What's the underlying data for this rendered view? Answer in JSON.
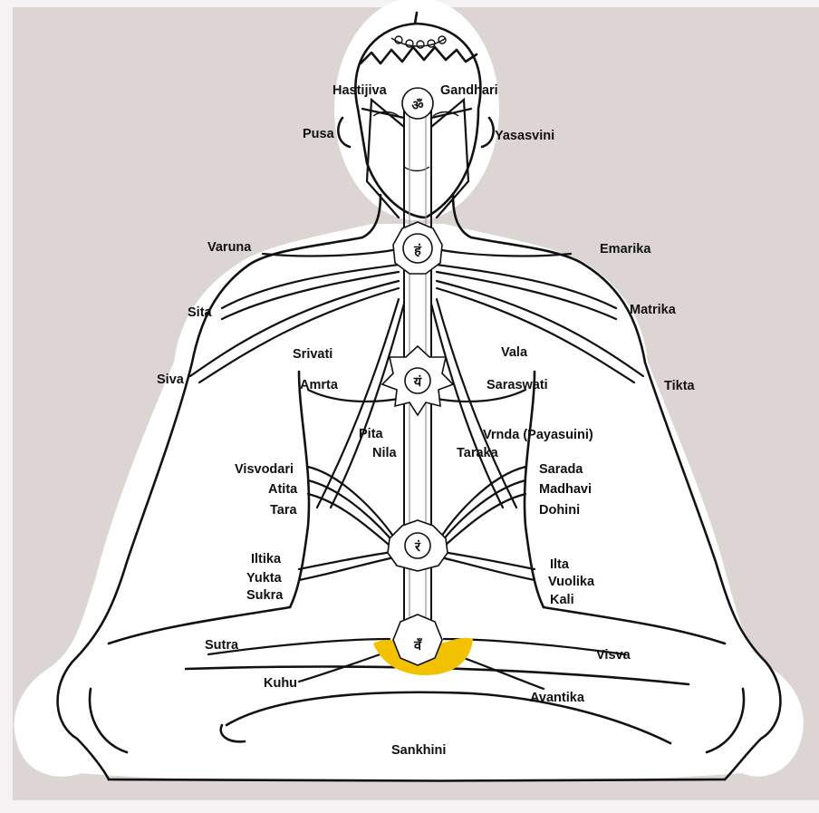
{
  "diagram": {
    "labels": {
      "hastijiva": "Hastijiva",
      "gandhari": "Gandhari",
      "pusa": "Pusa",
      "yasasvini": "Yasasvini",
      "varuna": "Varuna",
      "emarika": "Emarika",
      "sita": "Sita",
      "matrika": "Matrika",
      "srivati": "Srivati",
      "vala": "Vala",
      "siva": "Siva",
      "amrta": "Amrta",
      "saraswati": "Saraswati",
      "tikta": "Tikta",
      "pita": "Pita",
      "nila": "Nila",
      "vrnda": "Vrnda (Payasuini)",
      "taraka": "Taraka",
      "visvodari": "Visvodari",
      "atita": "Atita",
      "tara": "Tara",
      "sarada": "Sarada",
      "madhavi": "Madhavi",
      "dohini": "Dohini",
      "iltika": "Iltika",
      "yukta": "Yukta",
      "sukra": "Sukra",
      "ilta": "Ilta",
      "vuolika": "Vuolika",
      "kali": "Kali",
      "sutra": "Sutra",
      "visva": "Visva",
      "kuhu": "Kuhu",
      "avantika": "Avantika",
      "sankhini": "Sankhini"
    },
    "chakra_glyphs": {
      "crown": "ॐ",
      "throat": "हं",
      "heart": "यं",
      "navel": "रं",
      "root": "वँ"
    },
    "colors": {
      "background": "#ddd5d3",
      "ink": "#111111",
      "accent": "#f2c200"
    }
  }
}
